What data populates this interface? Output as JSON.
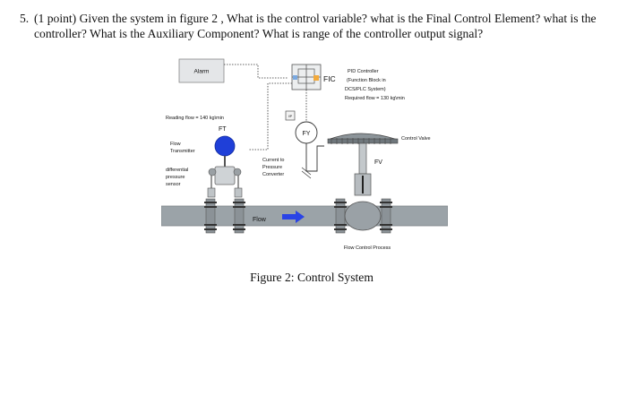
{
  "question": {
    "number": "5.",
    "text": "(1 point) Given the system in figure 2 , What is the control variable? what is the Final Control Element? what is the controller? What is the Auxiliary Component? What is range of the controller output signal?"
  },
  "diagram": {
    "alarm": "Alarm",
    "pid_title": "PID Controller",
    "pid_line2": "(Function Block in",
    "pid_line3": "DCS/PLC System)",
    "required_flow": "Required flow = 130 kg\\min",
    "fic": "FIC",
    "reading_flow": "Reading flow = 140 kg\\min",
    "ft": "FT",
    "flow_transmitter_1": "Flow",
    "flow_transmitter_2": "Transmitter",
    "dp_1": "differential",
    "dp_2": "pressure",
    "dp_3": "sensor",
    "i_to_p": "I/P",
    "fy": "FY",
    "current_to_1": "Current to",
    "current_to_2": "Pressure",
    "current_to_3": "Converter",
    "control_valve": "Control Valve",
    "fv": "FV",
    "flow_arrow": "Flow",
    "process": "Flow Control Process"
  },
  "caption": "Figure 2: Control System",
  "colors": {
    "pipe": "#9ba3a8",
    "transmitter": "#1f3fd8",
    "flow_arrow": "#2a43e6",
    "text": "#111111"
  }
}
